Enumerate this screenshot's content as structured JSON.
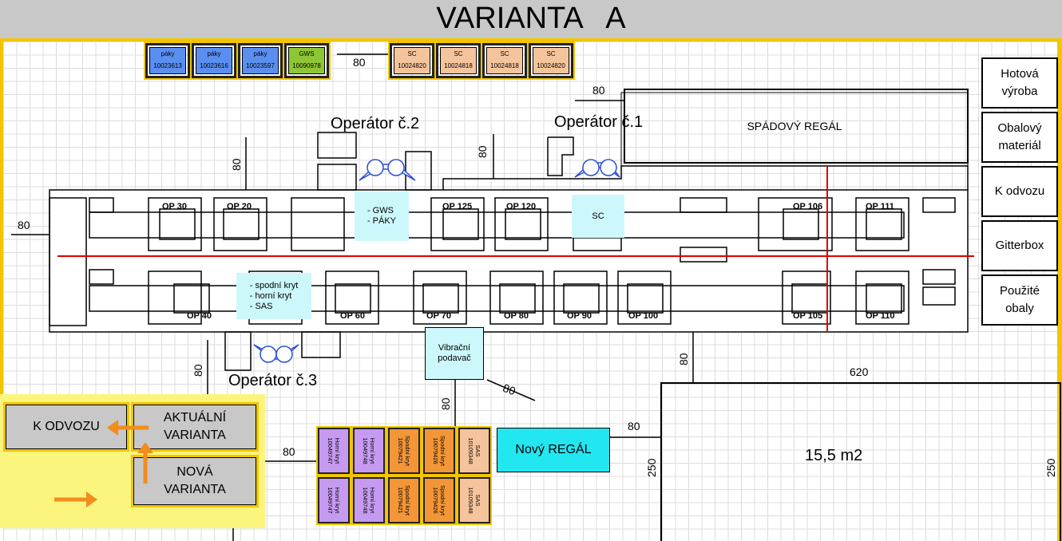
{
  "title": "VARIANTA   A",
  "top_bins_left": [
    {
      "name": "páky",
      "code": "10023613",
      "color": "#5a8ff0"
    },
    {
      "name": "páky",
      "code": "10023616",
      "color": "#5a8ff0"
    },
    {
      "name": "páky",
      "code": "10023597",
      "color": "#5a8ff0"
    },
    {
      "name": "GWS",
      "code": "10090978",
      "color": "#8fc633"
    }
  ],
  "top_bins_right": [
    {
      "name": "SC",
      "code": "10024820",
      "color": "#f6c49c"
    },
    {
      "name": "SC",
      "code": "10024818",
      "color": "#f6c49c"
    },
    {
      "name": "SC",
      "code": "10024818",
      "color": "#f6c49c"
    },
    {
      "name": "SC",
      "code": "10024820",
      "color": "#f6c49c"
    }
  ],
  "right_panel": [
    "Hotová výroba",
    "Obalový materiál",
    "K odvozu",
    "Gitterbox",
    "Použité obaly"
  ],
  "rack_top": "SPÁDOVÝ REGÁL",
  "operators": {
    "op1": "Operátor č.1",
    "op2": "Operátor č.2",
    "op3": "Operátor č.3"
  },
  "stations_top": [
    "OP 30",
    "OP 20",
    "OP 125",
    "OP 120",
    "OP 106",
    "OP 111"
  ],
  "stations_bottom": [
    "OP 40",
    "OP 60",
    "OP 70",
    "OP 80",
    "OP 90",
    "OP 100",
    "OP 105",
    "OP 110"
  ],
  "cyan_labels": {
    "gws": "- GWS\n- PÁKY",
    "sc": "SC",
    "kryt": "- spodní kryt\n- horní kryt\n- SAS",
    "vibr": "Vibrační\npodavač"
  },
  "dimensions": {
    "d80_top": "80",
    "d80_top2": "80",
    "d80_left": "80",
    "d80_op2": "80",
    "d80_op1": "80",
    "d80_op3": "80",
    "d80_vib": "80",
    "d80_diag": "80",
    "d80_right": "80",
    "d80_bins": "80",
    "d80_newrack": "80",
    "d620": "620",
    "d250a": "250",
    "d250b": "250"
  },
  "area_label": "15,5 m2",
  "new_rack": "Nový REGÁL",
  "new_rack_color": "#22e6f0",
  "bottom_bins_row1": [
    {
      "name": "Horní kryt",
      "code": "10049747",
      "color": "#c59af0"
    },
    {
      "name": "Horní kryt",
      "code": "10049748",
      "color": "#c59af0"
    },
    {
      "name": "Spodní kryt",
      "code": "10079421",
      "color": "#f29637"
    },
    {
      "name": "Spodní kryt",
      "code": "10079426",
      "color": "#f29637"
    },
    {
      "name": "SAS",
      "code": "10109348",
      "color": "#f6c49c"
    }
  ],
  "bottom_bins_row2": [
    {
      "name": "Horní kryt",
      "code": "10049747",
      "color": "#c59af0"
    },
    {
      "name": "Horní kryt",
      "code": "10049748",
      "color": "#c59af0"
    },
    {
      "name": "Spodní kryt",
      "code": "10079421",
      "color": "#f29637"
    },
    {
      "name": "Spodní kryt",
      "code": "10079426",
      "color": "#f29637"
    },
    {
      "name": "SAS",
      "code": "10109348",
      "color": "#f6c49c"
    }
  ],
  "legend": {
    "k_odvozu": "K ODVOZU",
    "aktualni": "AKTUÁLNÍ\nVARIANTA",
    "nova": "NOVÁ\nVARIANTA"
  }
}
